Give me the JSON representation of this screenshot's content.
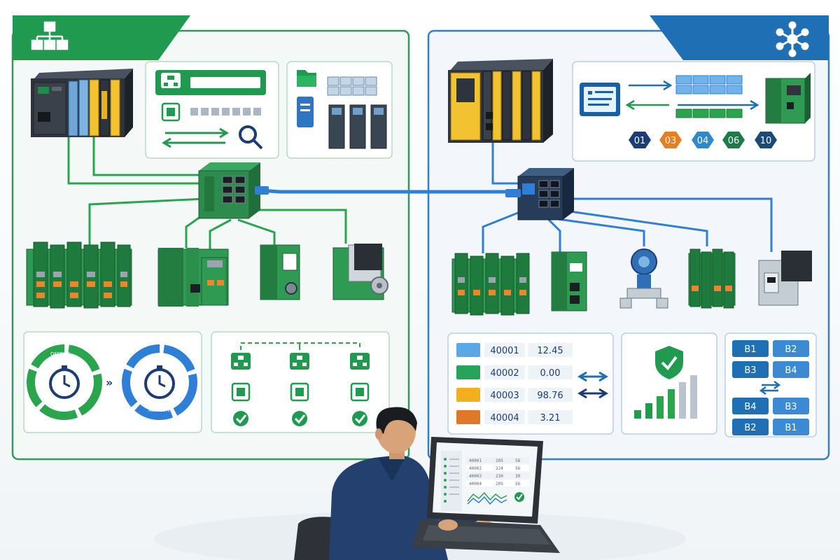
{
  "colors": {
    "green": "#1f9a4e",
    "green_dark": "#14703a",
    "blue": "#1f6fb5",
    "blue_dark": "#175a96",
    "cable_blue": "#2f7fd6",
    "cable_green": "#2aa54e",
    "orange": "#e67e22",
    "yellow": "#f2b01e",
    "navy": "#1b3d74"
  },
  "left_panel": {
    "header_icon": "hierarchy-icon",
    "ring_label": "OFFSITE",
    "ring_sub_label": "ABSOLUTE"
  },
  "right_panel": {
    "header_icon": "network-hub-icon",
    "unit_ids": [
      "01",
      "03",
      "04",
      "06",
      "10"
    ],
    "registers": [
      {
        "address": "40001",
        "value": "12.45",
        "color": "#5aa9e6"
      },
      {
        "address": "40002",
        "value": "0.00",
        "color": "#27a35a"
      },
      {
        "address": "40003",
        "value": "98.76",
        "color": "#f2b01e"
      },
      {
        "address": "40004",
        "value": "3.21",
        "color": "#e0782a"
      }
    ],
    "byte_order_top": [
      "B1",
      "B2",
      "B3",
      "B4"
    ],
    "byte_order_bottom": [
      "B4",
      "B3",
      "B2",
      "B1"
    ]
  },
  "laptop": {
    "rows": [
      {
        "a": "40001",
        "b": "205",
        "c": "58"
      },
      {
        "a": "40002",
        "b": "224",
        "c": "56"
      },
      {
        "a": "40003",
        "b": "230",
        "c": "30"
      },
      {
        "a": "40004",
        "b": "205",
        "c": "56"
      }
    ]
  }
}
